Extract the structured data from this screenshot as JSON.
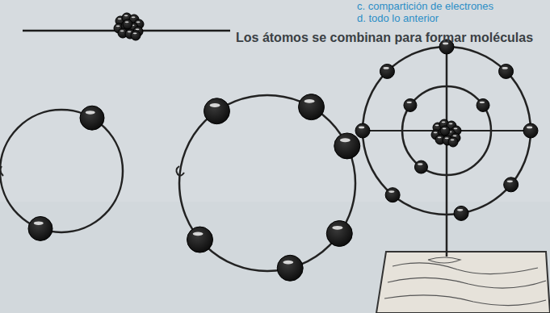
{
  "diagram": {
    "title": "Los átomos se combinan para formar moléculas",
    "labels": [
      "c. compartición de electrones",
      "d. todo lo anterior"
    ]
  }
}
